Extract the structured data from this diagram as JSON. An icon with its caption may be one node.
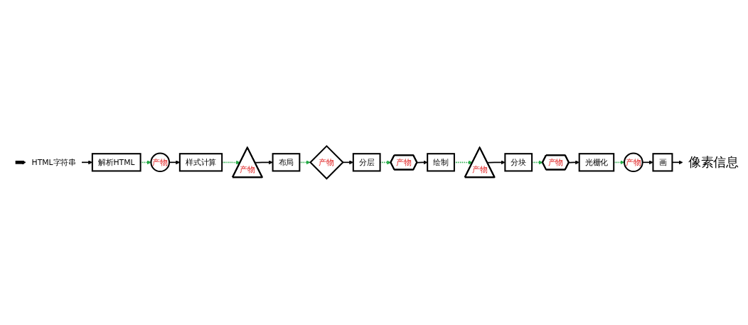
{
  "diagram": {
    "nodes": [
      {
        "text": [
          "HTML字符串"
        ]
      },
      {
        "text": [
          "解析HTML"
        ]
      },
      {
        "text": [
          "产物"
        ]
      },
      {
        "text": [
          "样式计算"
        ]
      },
      {
        "text": [
          "产物"
        ]
      },
      {
        "text": [
          "布局"
        ]
      },
      {
        "text": [
          "产物"
        ]
      },
      {
        "text": [
          "分层"
        ]
      },
      {
        "text": [
          "产物"
        ]
      },
      {
        "text": [
          "绘制"
        ]
      },
      {
        "text": [
          "产物"
        ]
      },
      {
        "text": [
          "分块"
        ]
      },
      {
        "text": [
          "产物"
        ]
      },
      {
        "text": [
          "光栅化"
        ]
      },
      {
        "text": [
          "产物"
        ]
      },
      {
        "text": [
          "画"
        ]
      },
      {
        "text": [
          "像素信息"
        ]
      }
    ],
    "edges": [
      {
        "from": null,
        "to": 0,
        "arrow": "to",
        "style": "thick"
      },
      {
        "from": 0,
        "to": 1,
        "arrow": "to"
      },
      {
        "from": 1,
        "to": 2,
        "arrow": "to",
        "style": "dashed",
        "color": "#22aa44"
      },
      {
        "from": 2,
        "to": 3,
        "arrow": "to"
      },
      {
        "from": 3,
        "to": 4,
        "arrow": "to",
        "style": "dashed",
        "color": "#22aa44"
      },
      {
        "from": 4,
        "to": 5,
        "arrow": "to"
      },
      {
        "from": 5,
        "to": 6,
        "arrow": "to",
        "style": "dashed",
        "color": "#22aa44"
      },
      {
        "from": 6,
        "to": 7,
        "arrow": "to"
      },
      {
        "from": 7,
        "to": 8,
        "arrow": "to",
        "style": "dashed",
        "color": "#22aa44"
      },
      {
        "from": 8,
        "to": 9,
        "arrow": "to"
      },
      {
        "from": 9,
        "to": 10,
        "arrow": "to",
        "style": "dashed",
        "color": "#22aa44"
      },
      {
        "from": 10,
        "to": 11,
        "arrow": "to"
      },
      {
        "from": 11,
        "to": 12,
        "arrow": "to",
        "style": "dashed",
        "color": "#22aa44"
      },
      {
        "from": 12,
        "to": 13,
        "arrow": "to"
      },
      {
        "from": 13,
        "to": 14,
        "arrow": "to",
        "style": "dashed",
        "color": "#22aa44"
      },
      {
        "from": 14,
        "to": 15,
        "arrow": "to"
      },
      {
        "from": 15,
        "to": 16,
        "arrow": "to"
      }
    ]
  }
}
